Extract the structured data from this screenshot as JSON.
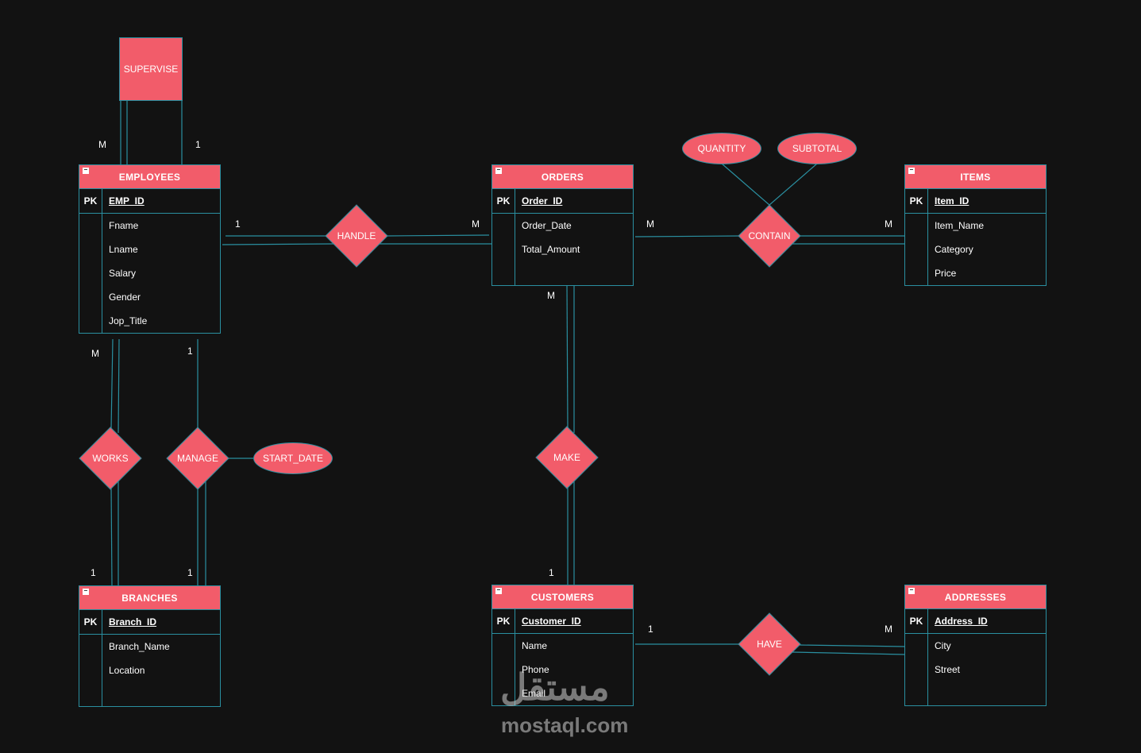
{
  "entities": {
    "employees": {
      "name": "EMPLOYEES",
      "pk_label": "PK",
      "pk": "EMP_ID",
      "attrs": [
        "Fname",
        "Lname",
        "Salary",
        "Gender",
        "Jop_Title"
      ]
    },
    "orders": {
      "name": "ORDERS",
      "pk_label": "PK",
      "pk": "Order_ID",
      "attrs": [
        "Order_Date",
        "Total_Amount"
      ]
    },
    "items": {
      "name": "ITEMS",
      "pk_label": "PK",
      "pk": "Item_ID",
      "attrs": [
        "Item_Name",
        "Category",
        "Price"
      ]
    },
    "branches": {
      "name": "BRANCHES",
      "pk_label": "PK",
      "pk": "Branch_ID",
      "attrs": [
        "Branch_Name",
        "Location"
      ]
    },
    "customers": {
      "name": "CUSTOMERS",
      "pk_label": "PK",
      "pk": "Customer_ID",
      "attrs": [
        "Name",
        "Phone",
        "Email"
      ]
    },
    "addresses": {
      "name": "ADDRESSES",
      "pk_label": "PK",
      "pk": "Address_ID",
      "attrs": [
        "City",
        "Street"
      ]
    }
  },
  "relationships": {
    "supervise": "SUPERVISE",
    "handle": "HANDLE",
    "contain": "CONTAIN",
    "works": "WORKS",
    "manage": "MANAGE",
    "make": "MAKE",
    "have": "HAVE"
  },
  "attributes": {
    "quantity": "QUANTITY",
    "subtotal": "SUBTOTAL",
    "start_date": "START_DATE"
  },
  "cardinalities": {
    "supervise_m": "M",
    "supervise_1": "1",
    "handle_emp": "1",
    "handle_ord": "M",
    "contain_ord": "M",
    "contain_item": "M",
    "works_emp": "M",
    "works_branch": "1",
    "manage_emp": "1",
    "manage_branch": "1",
    "make_ord": "M",
    "make_cust": "1",
    "have_cust": "1",
    "have_addr": "M"
  },
  "watermark": {
    "arabic": "مستقل",
    "latin": "mostaql.com"
  },
  "colors": {
    "background": "#121212",
    "accent": "#f25c6a",
    "line": "#2a8fa0"
  }
}
